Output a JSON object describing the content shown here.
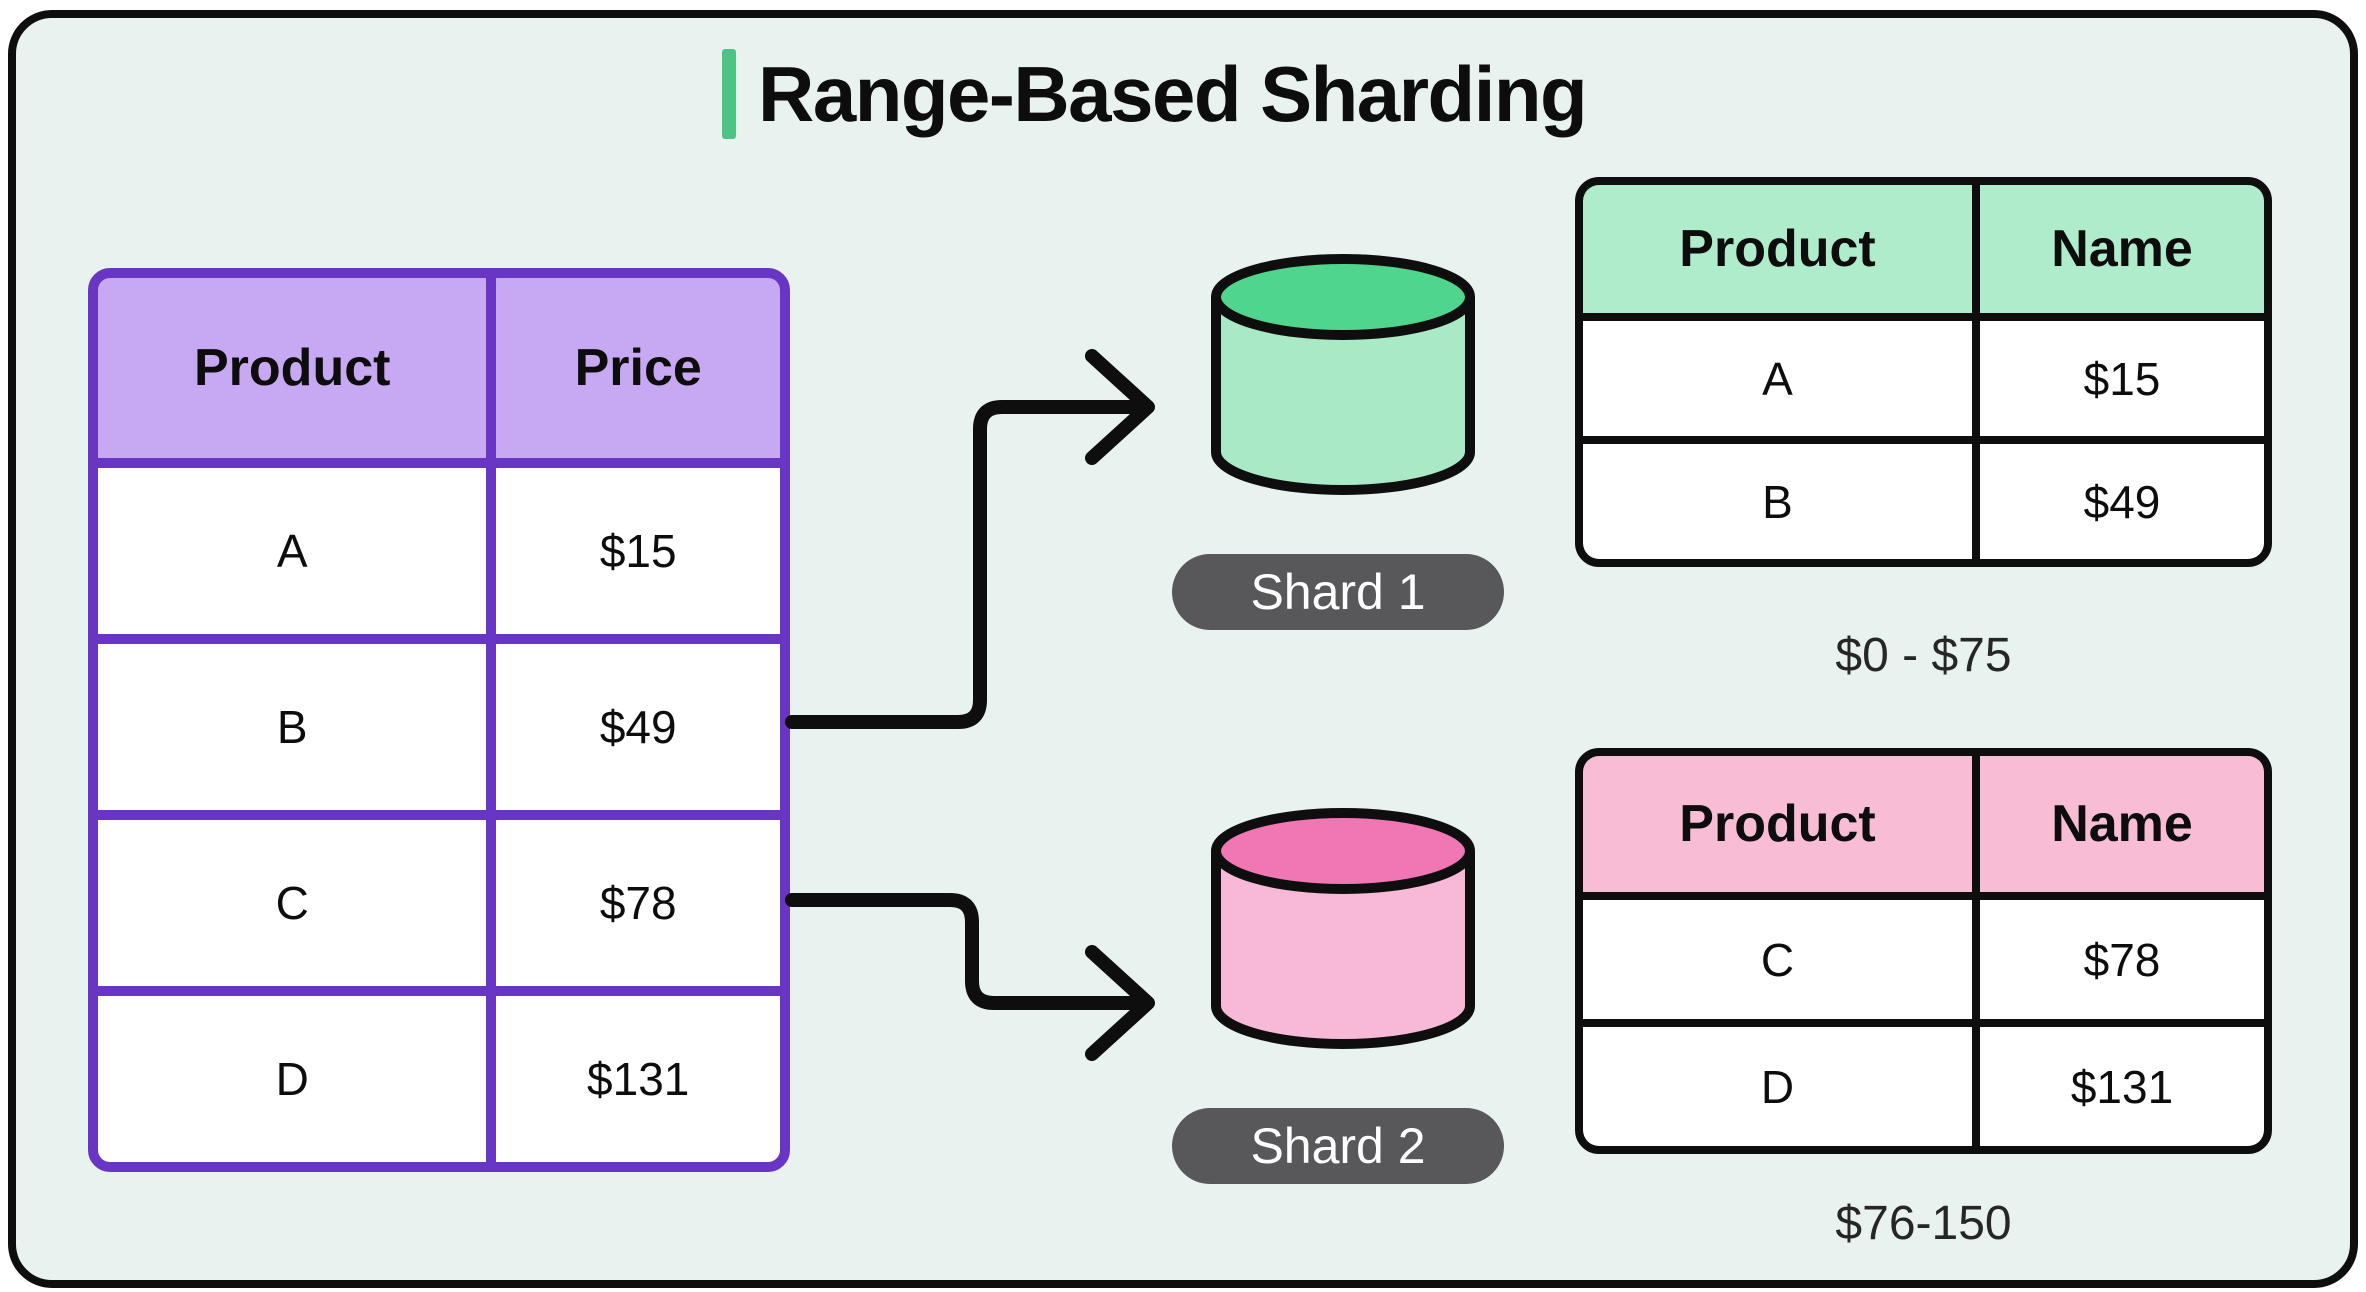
{
  "title": "Range-Based Sharding",
  "source_table": {
    "headers": [
      "Product",
      "Price"
    ],
    "rows": [
      [
        "A",
        "$15"
      ],
      [
        "B",
        "$49"
      ],
      [
        "C",
        "$78"
      ],
      [
        "D",
        "$131"
      ]
    ]
  },
  "shards": [
    {
      "label": "Shard 1",
      "range": "$0 - $75",
      "table": {
        "headers": [
          "Product",
          "Name"
        ],
        "rows": [
          [
            "A",
            "$15"
          ],
          [
            "B",
            "$49"
          ]
        ]
      }
    },
    {
      "label": "Shard 2",
      "range": "$76-150",
      "table": {
        "headers": [
          "Product",
          "Name"
        ],
        "rows": [
          [
            "C",
            "$78"
          ],
          [
            "D",
            "$131"
          ]
        ]
      }
    }
  ],
  "colors": {
    "canvas_bg": "#e8f2ee",
    "outline": "#0e0e0e",
    "title_accent": "#4fc286",
    "purple_border": "#6935c4",
    "purple_header": "#c7a9f3",
    "green_header": "#aeeccb",
    "pink_header": "#f8bcd4",
    "cylinder_green_top": "#50d68c",
    "cylinder_green_body": "#a9e9c6",
    "cylinder_pink_top": "#f176b4",
    "cylinder_pink_body": "#f8b9d8",
    "pill_bg": "#58585a",
    "pill_text": "#ffffff"
  }
}
